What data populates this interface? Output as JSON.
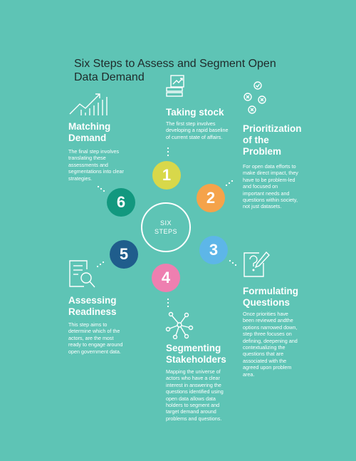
{
  "title": "Six Steps to Assess and Segment Open Data Demand",
  "center": {
    "line1": "SIX",
    "line2": "STEPS"
  },
  "steps": [
    {
      "number": "1",
      "color": "#d8d84a",
      "icon": "stock-chart-icon",
      "heading": "Taking stock",
      "text": "The first step involves developing a rapid baseline of current state of affairs."
    },
    {
      "number": "2",
      "color": "#f5a34a",
      "icon": "checklist-icon",
      "heading_line1": "Prioritization",
      "heading_line2": "of the",
      "heading_line3": "Problem",
      "text": "For open data efforts to make direct impact, they have to be problem-led and focused on important needs and questions within society, not just datasets."
    },
    {
      "number": "3",
      "color": "#5db6e8",
      "icon": "question-pen-icon",
      "heading_line1": "Formulating",
      "heading_line2": "Questions",
      "text": "Once priorities have been reviewed andthe options narrowed down, step three focuses on defining, deepening and contextualizing the questions that are associated with the agreed upon problem area."
    },
    {
      "number": "4",
      "color": "#ee7fb0",
      "icon": "network-icon",
      "heading_line1": "Segmenting",
      "heading_line2": "Stakeholders",
      "text": "Mapping the universe of actors who have a clear interest in answering the questions identified using open data allows data holders to segment and target demand around problems and questions."
    },
    {
      "number": "5",
      "color": "#1f5d8c",
      "icon": "document-search-icon",
      "heading_line1": "Assessing",
      "heading_line2": "Readiness",
      "text": "This step aims to determine which of the actors, are the most ready to engage around open government data."
    },
    {
      "number": "6",
      "color": "#12987f",
      "icon": "growth-chart-icon",
      "heading_line1": "Matching",
      "heading_line2": "Demand",
      "text": "The final step involves translating these assessments and segmentations into clear strategies."
    }
  ]
}
